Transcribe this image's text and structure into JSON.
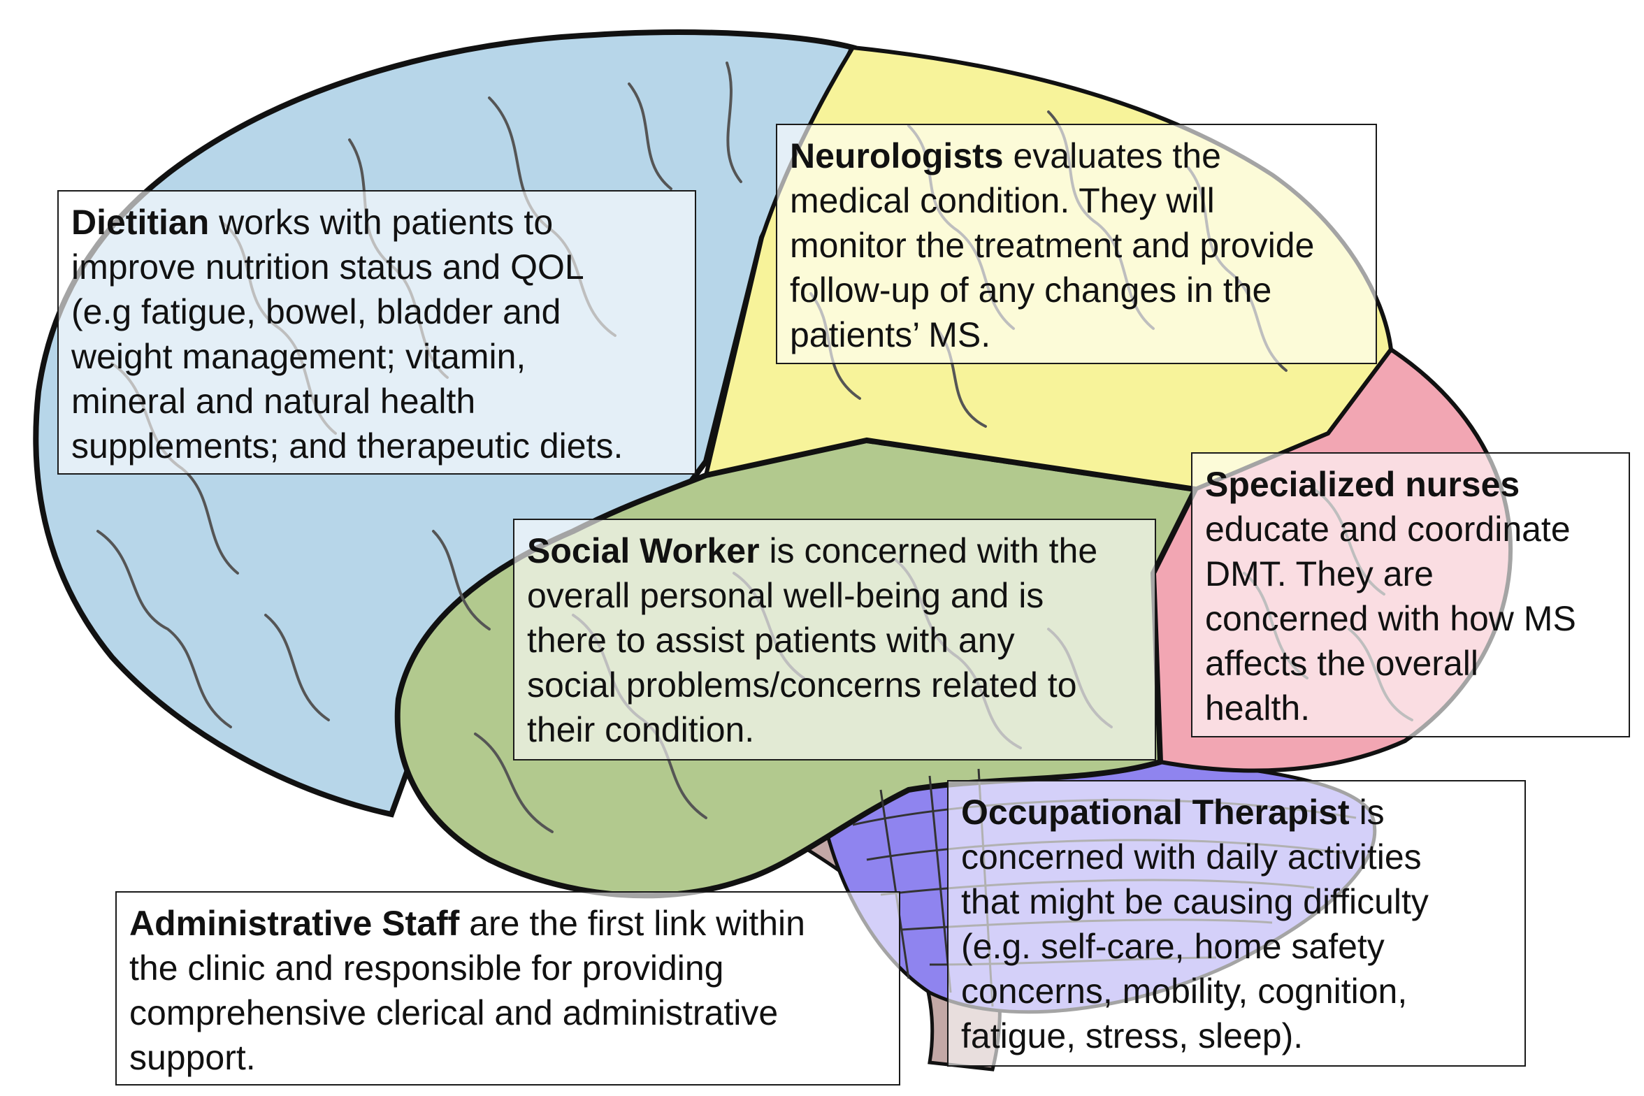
{
  "colors": {
    "frontal_lobe": "#b7d6e9",
    "parietal_lobe": "#f7f39a",
    "occipital_lobe": "#f2a6b3",
    "temporal_lobe": "#b2c98e",
    "cerebellum": "#8f84ef",
    "brainstem": "#c3a8a6",
    "outline": "#111111",
    "sulci": "#555555"
  },
  "callouts": {
    "dietitian": {
      "title": "Dietitian",
      "lines": [
        " works with patients to",
        "improve nutrition status and  QOL",
        "(e.g fatigue, bowel, bladder and",
        "weight management;  vitamin,",
        "mineral and natural health",
        "supplements; and therapeutic diets."
      ]
    },
    "neurologists": {
      "title": "Neurologists",
      "lines": [
        " evaluates the",
        "medical condition. They will",
        "monitor the treatment and provide",
        "follow-up of any changes in the",
        "patients’ MS."
      ]
    },
    "nurses": {
      "title": "Specialized nurses",
      "lines": [
        "",
        "educate and coordinate",
        "DMT. They are",
        "concerned with how MS",
        "affects the overall",
        "health."
      ]
    },
    "social_worker": {
      "title": "Social Worker",
      "lines": [
        " is concerned with the",
        "overall personal well-being and is",
        "there to assist patients with any",
        "social problems/concerns related to",
        "their condition."
      ]
    },
    "occupational_therapist": {
      "title": "Occupational Therapist",
      "lines": [
        " is",
        "concerned with daily activities",
        "that might be causing difficulty",
        "(e.g. self-care, home safety",
        "concerns, mobility, cognition,",
        "fatigue, stress, sleep)."
      ]
    },
    "administrative_staff": {
      "title": "Administrative Staff",
      "lines": [
        " are the first link within",
        "the clinic and responsible for providing",
        "comprehensive clerical and administrative",
        "support."
      ]
    }
  }
}
